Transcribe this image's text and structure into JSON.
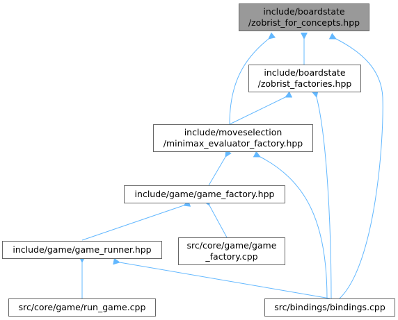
{
  "colors": {
    "edge": "#63b8ff",
    "node_border": "#666666",
    "root_fill": "#999999"
  },
  "nodes": {
    "zobrist_for_concepts": {
      "line1": "include/boardstate",
      "line2": "/zobrist_for_concepts.hpp"
    },
    "zobrist_factories": {
      "line1": "include/boardstate",
      "line2": "/zobrist_factories.hpp"
    },
    "minimax_evaluator_factory": {
      "line1": "include/moveselection",
      "line2": "/minimax_evaluator_factory.hpp"
    },
    "game_factory_hpp": {
      "line1": "include/game/game_factory.hpp"
    },
    "game_runner": {
      "line1": "include/game/game_runner.hpp"
    },
    "game_factory_cpp": {
      "line1": "src/core/game/game",
      "line2": "_factory.cpp"
    },
    "run_game": {
      "line1": "src/core/game/run_game.cpp"
    },
    "bindings": {
      "line1": "src/bindings/bindings.cpp"
    }
  }
}
